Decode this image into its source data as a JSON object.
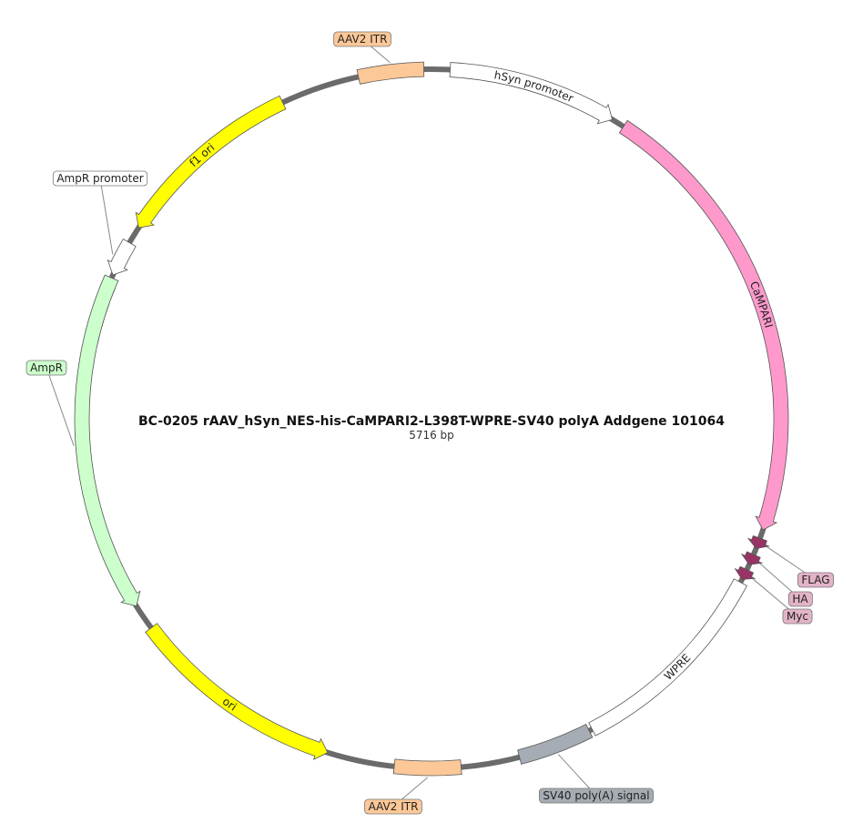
{
  "plasmid": {
    "title": "BC-0205   rAAV_hSyn_NES-his-CaMPARI2-L398T-WPRE-SV40 polyA     Addgene  101064",
    "length_label": "5716 bp"
  },
  "features": [
    {
      "id": "aav2-itr-top",
      "label": "AAV2 ITR",
      "color": "#fcc898",
      "start": 0.9665,
      "end": 0.9965,
      "arrow": "none"
    },
    {
      "id": "hsyn-promoter",
      "label": "hSyn promoter",
      "color": "#ffffff",
      "start": 0.0085,
      "end": 0.0865,
      "arrow": "cw"
    },
    {
      "id": "campari",
      "label": "CaMPARI",
      "color": "#ff99cc",
      "start": 0.0925,
      "end": 0.3015,
      "arrow": "cw"
    },
    {
      "id": "flag",
      "label": "FLAG",
      "color": "#993366",
      "start": 0.3055,
      "end": 0.3105,
      "arrow": "cw"
    },
    {
      "id": "ha",
      "label": "HA",
      "color": "#993366",
      "start": 0.3135,
      "end": 0.3185,
      "arrow": "cw"
    },
    {
      "id": "myc",
      "label": "Myc",
      "color": "#993366",
      "start": 0.321,
      "end": 0.326,
      "arrow": "cw"
    },
    {
      "id": "wpre",
      "label": "WPRE",
      "color": "#ffffff",
      "start": 0.3275,
      "end": 0.424,
      "arrow": "none"
    },
    {
      "id": "sv40-polya",
      "label": "SV40 poly(A) signal",
      "color": "#a6acb3",
      "start": 0.4255,
      "end": 0.4595,
      "arrow": "none"
    },
    {
      "id": "aav2-itr-bottom",
      "label": "AAV2 ITR",
      "color": "#fcc898",
      "start": 0.4865,
      "end": 0.517,
      "arrow": "none"
    },
    {
      "id": "ori",
      "label": "ori",
      "color": "#ffff00",
      "start": 0.548,
      "end": 0.648,
      "arrow": "ccw"
    },
    {
      "id": "ampr",
      "label": "AmpR",
      "color": "#ccffcc",
      "start": 0.66,
      "end": 0.816,
      "arrow": "ccw"
    },
    {
      "id": "ampr-promoter",
      "label": "AmpR promoter",
      "color": "#ffffff",
      "start": 0.8175,
      "end": 0.834,
      "arrow": "ccw"
    },
    {
      "id": "f1-ori",
      "label": "f1 ori",
      "color": "#ffff00",
      "start": 0.842,
      "end": 0.93,
      "arrow": "ccw"
    }
  ],
  "external_labels": [
    {
      "feature": "aav2-itr-top",
      "text": "AAV2 ITR",
      "color": "#fcc898"
    },
    {
      "feature": "ampr-promoter",
      "text": "AmpR promoter",
      "color": "#ffffff"
    },
    {
      "feature": "ampr",
      "text": "AmpR",
      "color": "#ccffcc"
    },
    {
      "feature": "flag",
      "text": "FLAG",
      "color": "#e3b3c8"
    },
    {
      "feature": "ha",
      "text": "HA",
      "color": "#e3b3c8"
    },
    {
      "feature": "myc",
      "text": "Myc",
      "color": "#e3b3c8"
    },
    {
      "feature": "sv40-polya",
      "text": "SV40 poly(A) signal",
      "color": "#a6acb3"
    },
    {
      "feature": "aav2-itr-bottom",
      "text": "AAV2 ITR",
      "color": "#fcc898"
    }
  ],
  "inner_labels": [
    "hsyn-promoter",
    "campari",
    "wpre",
    "ori",
    "f1-ori"
  ]
}
